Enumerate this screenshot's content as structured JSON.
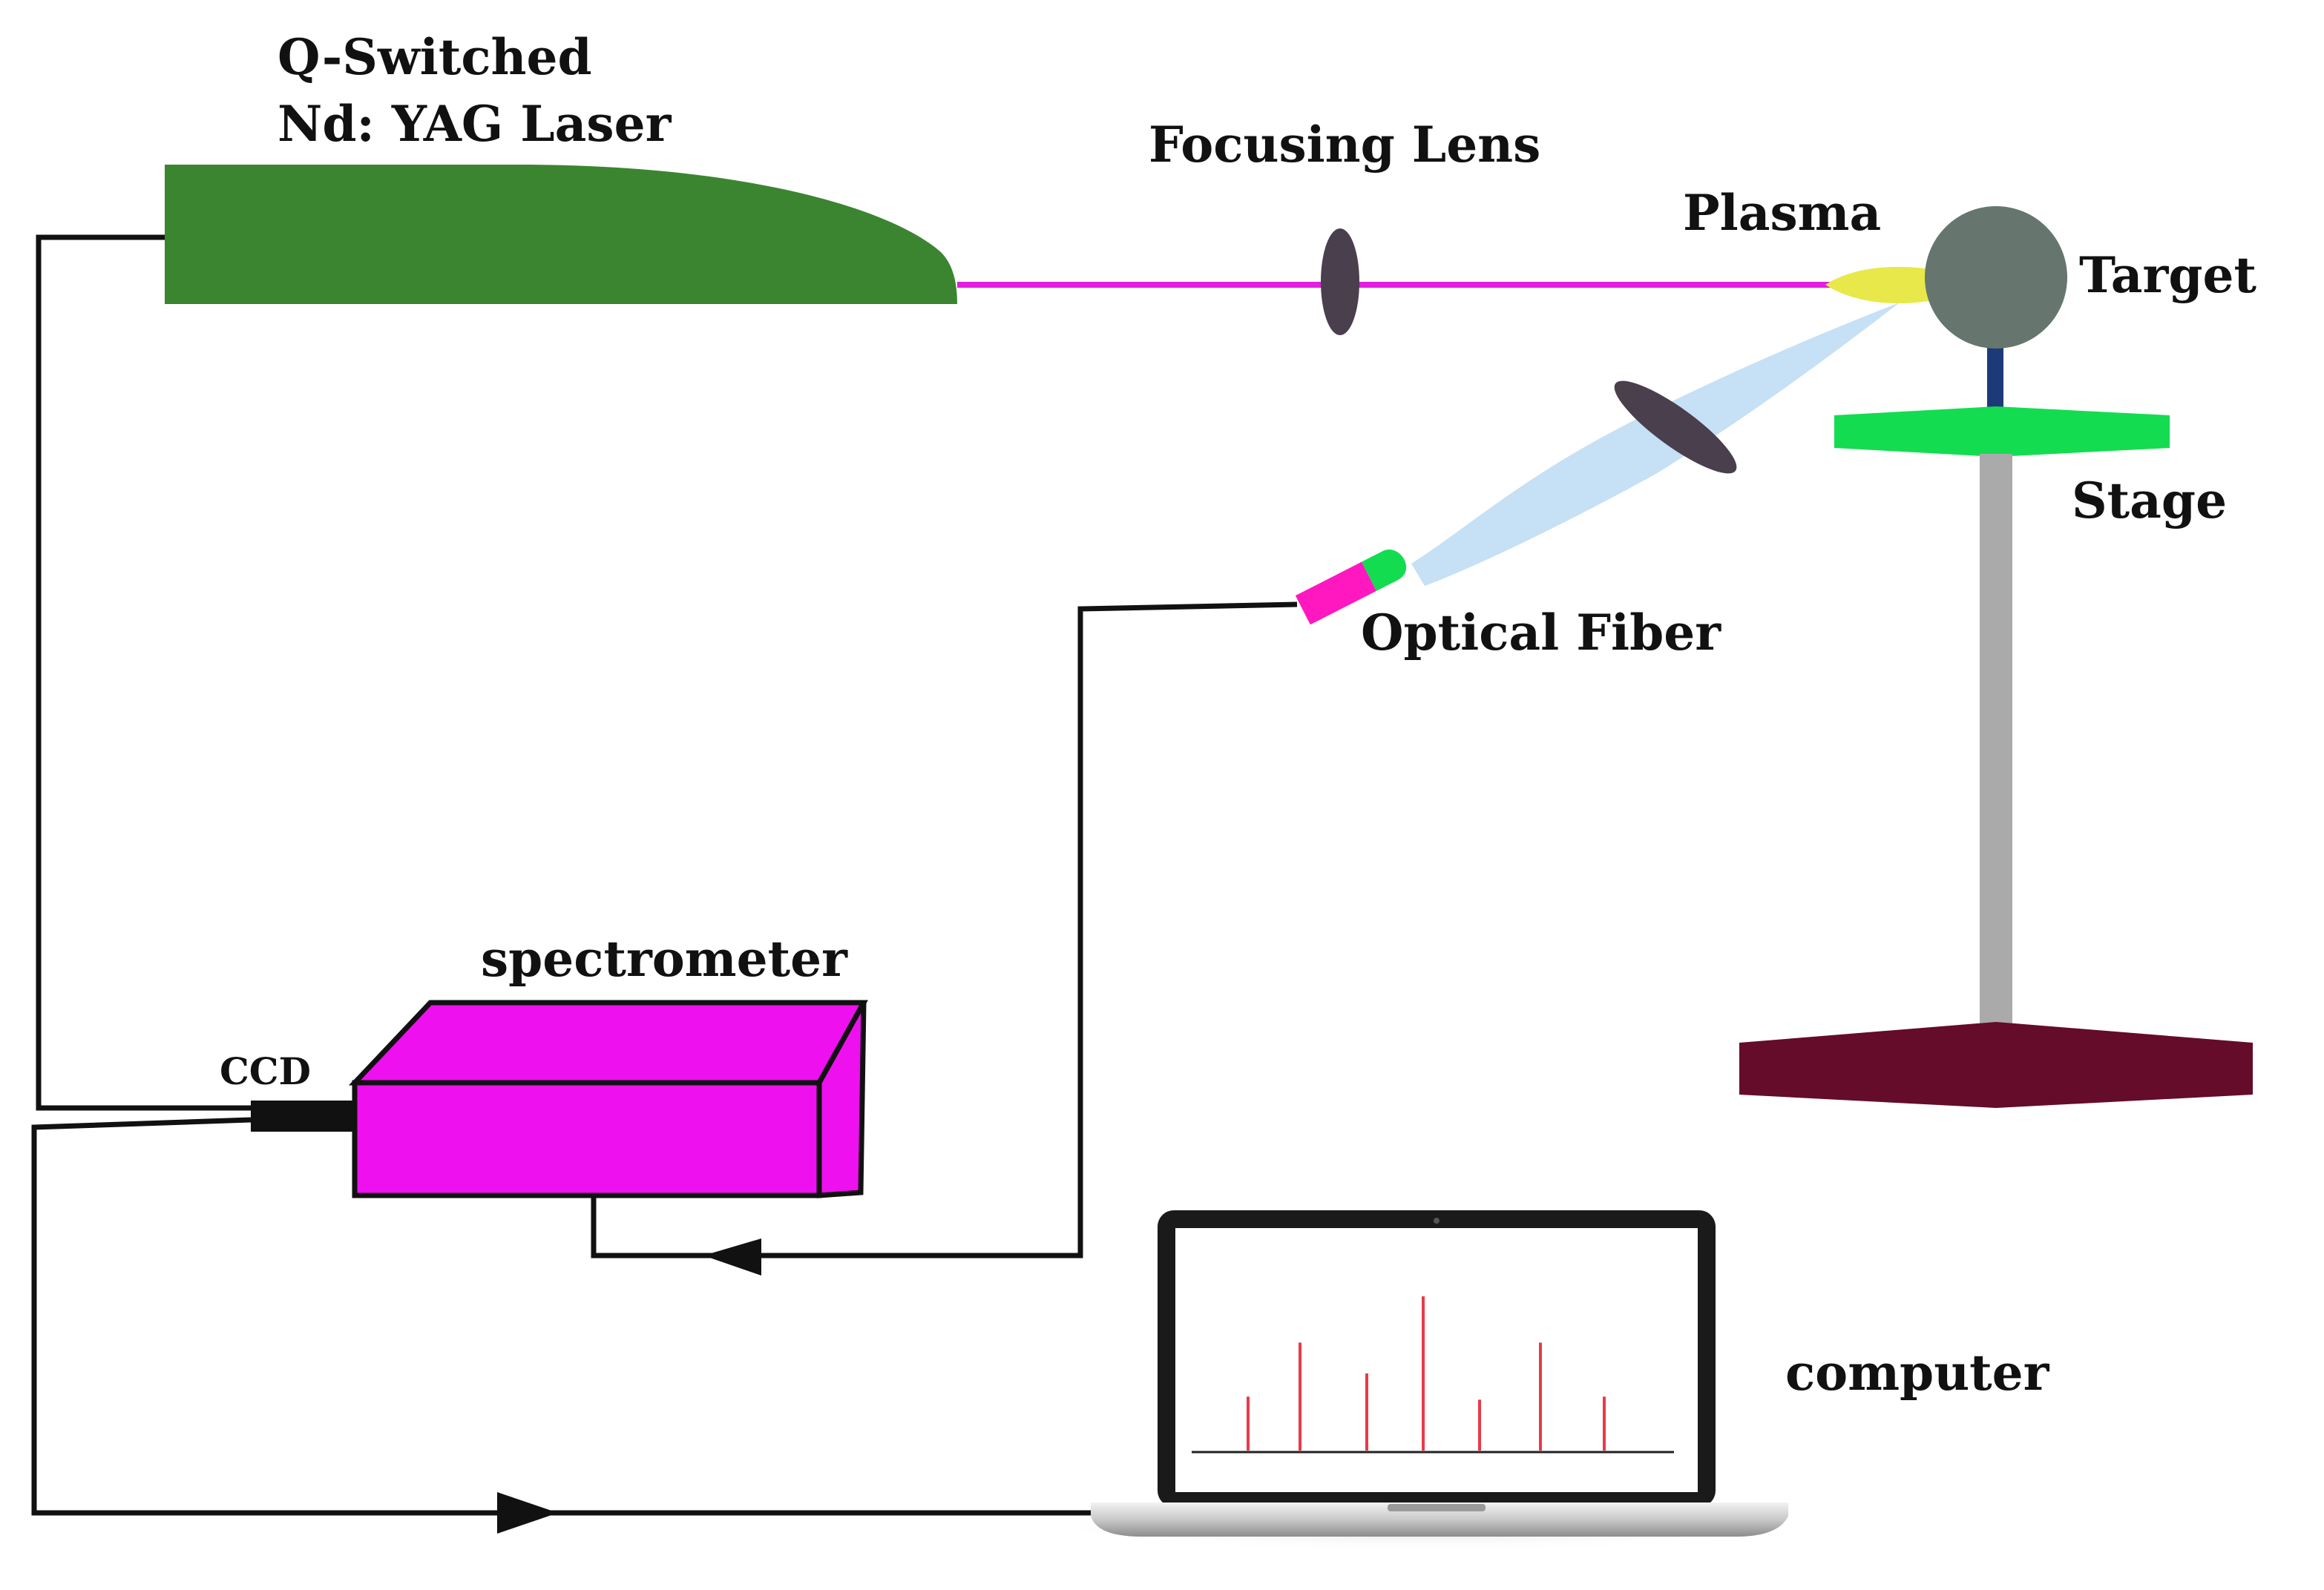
{
  "labels": {
    "laser_line1": "Q-Switched",
    "laser_line2": "Nd: YAG Laser",
    "focusing_lens": "Focusing Lens",
    "plasma": "Plasma",
    "target": "Target",
    "stage": "Stage",
    "optical_fiber": "Optical Fiber",
    "spectrometer": "spectrometer",
    "ccd": "CCD",
    "computer": "computer"
  },
  "colors": {
    "laser_body": "#3b8530",
    "laser_beam": "#e21ee0",
    "lens": "#4a3f4d",
    "plasma": "#e8e84a",
    "target": "#66756e",
    "target_rod": "#1d3a78",
    "stage": "#14dc50",
    "stand_pole": "#aaaaaa",
    "stand_base": "#640c2a",
    "collection_cone": "#c6e0f5",
    "fiber_tip": "#ff18c0",
    "fiber_end": "#14dc50",
    "spectrometer": "#ee10ee",
    "ccd": "#111111",
    "wire": "#111111",
    "screen_peaks": "#e83a4a"
  },
  "screen_spectrum": {
    "peak_heights": [
      0.35,
      0.7,
      0.5,
      1.0,
      0.33,
      0.7,
      0.35
    ]
  }
}
